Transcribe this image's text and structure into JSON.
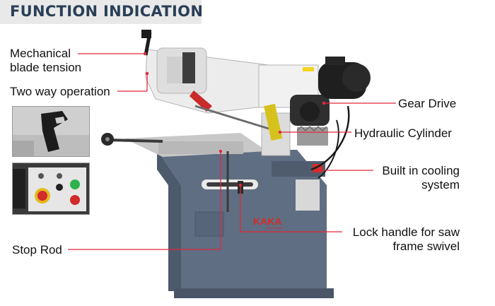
{
  "header": {
    "title": "FUNCTION INDICATION"
  },
  "callouts": {
    "mechanical_tension_line1": "Mechanical",
    "mechanical_tension_line2": "blade tension",
    "two_way_operation": "Two way operation",
    "stop_rod": "Stop Rod",
    "gear_drive": "Gear Drive",
    "hydraulic_cylinder": "Hydraulic Cylinder",
    "cooling_line1": "Built in cooling",
    "cooling_line2": "system",
    "lock_handle_line1": "Lock handle for saw",
    "lock_handle_line2": "frame swivel"
  },
  "brand": {
    "logo_text": "KAKA",
    "logo_sub": "INDUSTRIAL"
  },
  "colors": {
    "leader": "#e0283a",
    "machine_body": "#5f6e82",
    "header_text": "#2a3f57"
  }
}
